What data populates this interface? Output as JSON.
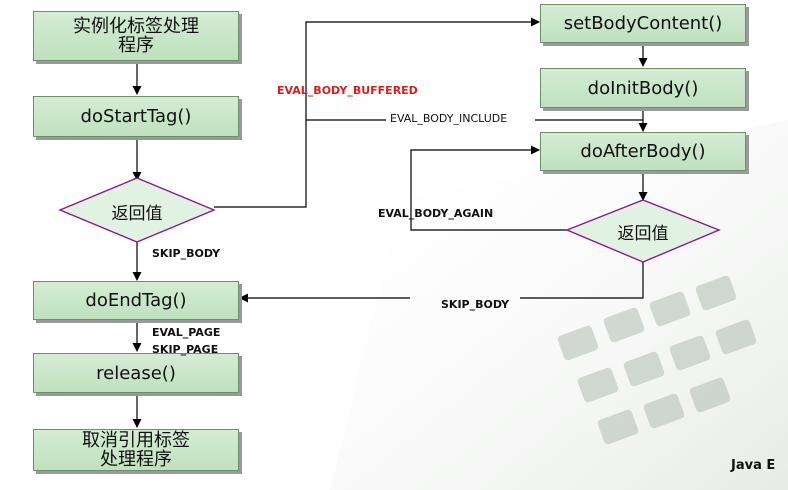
{
  "boxes": {
    "instantiate": "实例化标签处理\n程序",
    "do_start_tag": "doStartTag()",
    "do_end_tag": "doEndTag()",
    "release": "release()",
    "unref": "取消引用标签\n处理程序",
    "set_body_content": "setBodyContent()",
    "do_init_body": "doInitBody()",
    "do_after_body": "doAfterBody()"
  },
  "diamonds": {
    "return_left": "返回值",
    "return_right": "返回值"
  },
  "labels": {
    "eval_body_buffered": "EVAL_BODY_BUFFERED",
    "eval_body_include": "EVAL_BODY_INCLUDE",
    "eval_body_again": "EVAL_BODY_AGAIN",
    "skip_body_left": "SKIP_BODY",
    "skip_body_right": "SKIP_BODY",
    "eval_page": "EVAL_PAGE",
    "skip_page": "SKIP_PAGE"
  },
  "corner_text": "Java E",
  "colors": {
    "box_fill": "#c8e6c8",
    "box_border": "#6e8e6e",
    "diamond_stroke": "#8a1a8a",
    "diamond_fill": "#e0f0e0",
    "red_label": "#d42020"
  }
}
